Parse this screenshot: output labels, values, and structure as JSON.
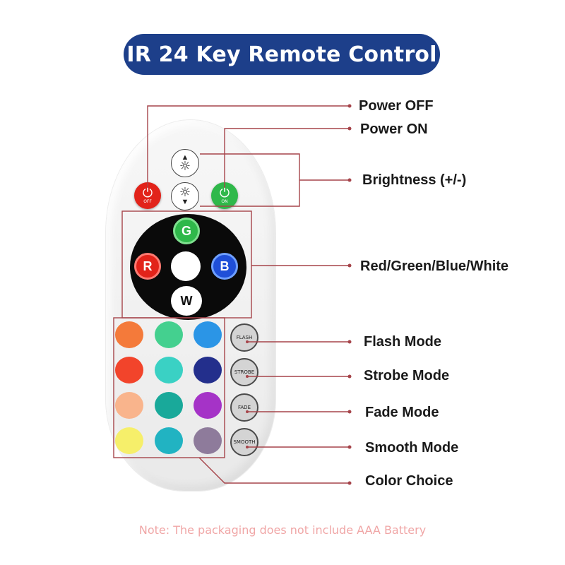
{
  "title": "IR 24 Key Remote Control",
  "remote": {
    "power_off": {
      "symbol": "⏻",
      "text": "OFF",
      "color": "#e2231a"
    },
    "power_on": {
      "symbol": "⏻",
      "text": "ON",
      "color": "#2fb84a"
    },
    "brightness_up": {
      "arrow": "▲",
      "icon": "☼"
    },
    "brightness_down": {
      "arrow": "▼",
      "icon": "☼"
    },
    "color_buttons": {
      "green": {
        "label": "G",
        "color": "#2fb84a"
      },
      "red": {
        "label": "R",
        "color": "#e2231a"
      },
      "blue": {
        "label": "B",
        "color": "#1f4fd8"
      },
      "white": {
        "label": "W"
      }
    },
    "swatches": [
      "#f47a3a",
      "#44d08f",
      "#2b95e6",
      "#f2442b",
      "#3ad1c4",
      "#232f8c",
      "#f9b48c",
      "#19a99a",
      "#a533c7",
      "#f6ef6a",
      "#21b3c2",
      "#8e7b9b"
    ],
    "modes": {
      "flash": "FLASH",
      "strobe": "STROBE",
      "fade": "FADE",
      "smooth": "SMOOTH"
    }
  },
  "labels": {
    "power_off": "Power OFF",
    "power_on": "Power ON",
    "brightness": "Brightness (+/-)",
    "rgbw": "Red/Green/Blue/White",
    "flash": "Flash Mode",
    "strobe": "Strobe Mode",
    "fade": "Fade Mode",
    "smooth": "Smooth Mode",
    "color_choice": "Color Choice"
  },
  "note": "Note: The packaging does not include AAA Battery",
  "colors": {
    "title_bg": "#1d3f8a",
    "leader": "#a6444a",
    "note": "#f0a6a6"
  }
}
